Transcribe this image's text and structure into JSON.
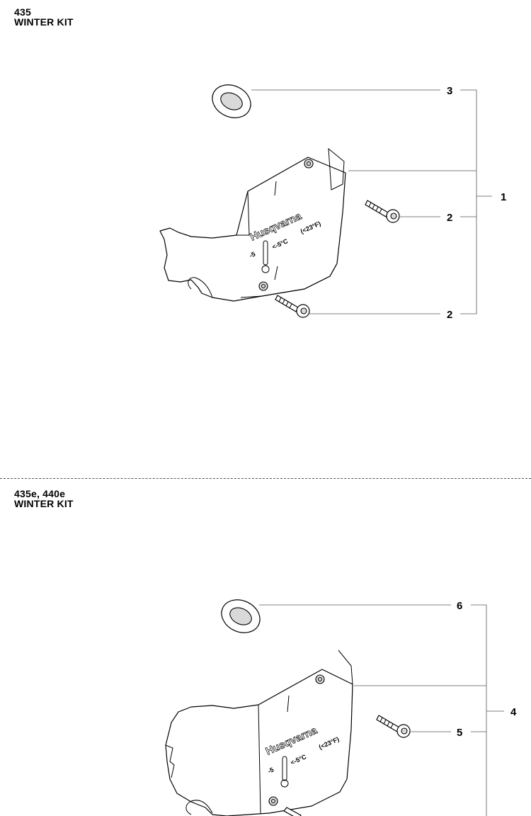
{
  "sections": [
    {
      "model": "435",
      "kit_title": "WINTER KIT",
      "callouts": [
        "3",
        "1",
        "2",
        "2"
      ],
      "cover": {
        "brand": "Husqvarna",
        "temp_low": "-5",
        "temp_c": "<-5°C",
        "temp_f": "(<23°F)"
      }
    },
    {
      "model": "435e, 440e",
      "kit_title": "WINTER KIT",
      "callouts": [
        "6",
        "4",
        "5"
      ],
      "cover": {
        "brand": "Husqvarna",
        "temp_low": "-5",
        "temp_c": "<-5°C",
        "temp_f": "(<23°F)"
      }
    }
  ]
}
